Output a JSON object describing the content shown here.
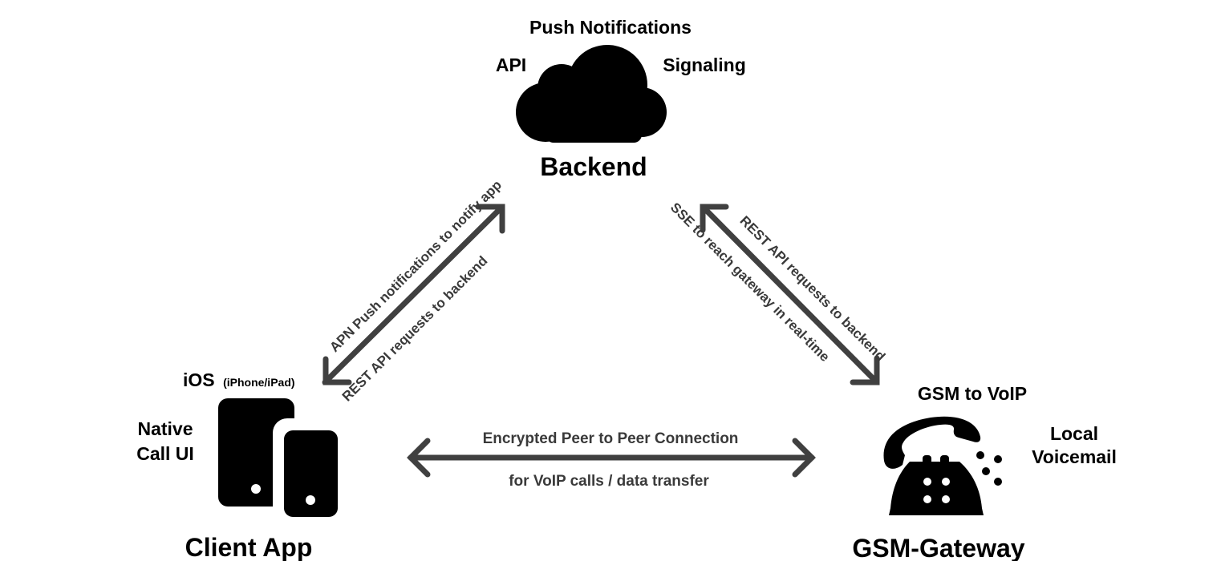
{
  "backend": {
    "title": "Backend",
    "labels": {
      "top": "Push Notifications",
      "left": "API",
      "right": "Signaling"
    },
    "icon": "cloud-icon"
  },
  "client": {
    "title": "Client App",
    "platform": "iOS",
    "platform_detail": "(iPhone/iPad)",
    "feature_line1": "Native",
    "feature_line2": "Call UI",
    "icon": "devices-icon"
  },
  "gateway": {
    "title": "GSM-Gateway",
    "label_top": "GSM to VoIP",
    "feature_line1": "Local",
    "feature_line2": "Voicemail",
    "icon": "telephone-icon"
  },
  "edges": {
    "client_backend_upper": "APN Push notifications to notify app",
    "client_backend_lower": "REST API requests to backend",
    "gateway_backend_upper": "REST API requests to backend",
    "gateway_backend_lower": "SSE to reach gateway in real-time",
    "p2p_upper": "Encrypted Peer to Peer Connection",
    "p2p_lower": "for VoIP calls / data transfer"
  },
  "colors": {
    "arrow": "#404040",
    "icon": "#000000",
    "edge_text": "#3a3a3a"
  }
}
